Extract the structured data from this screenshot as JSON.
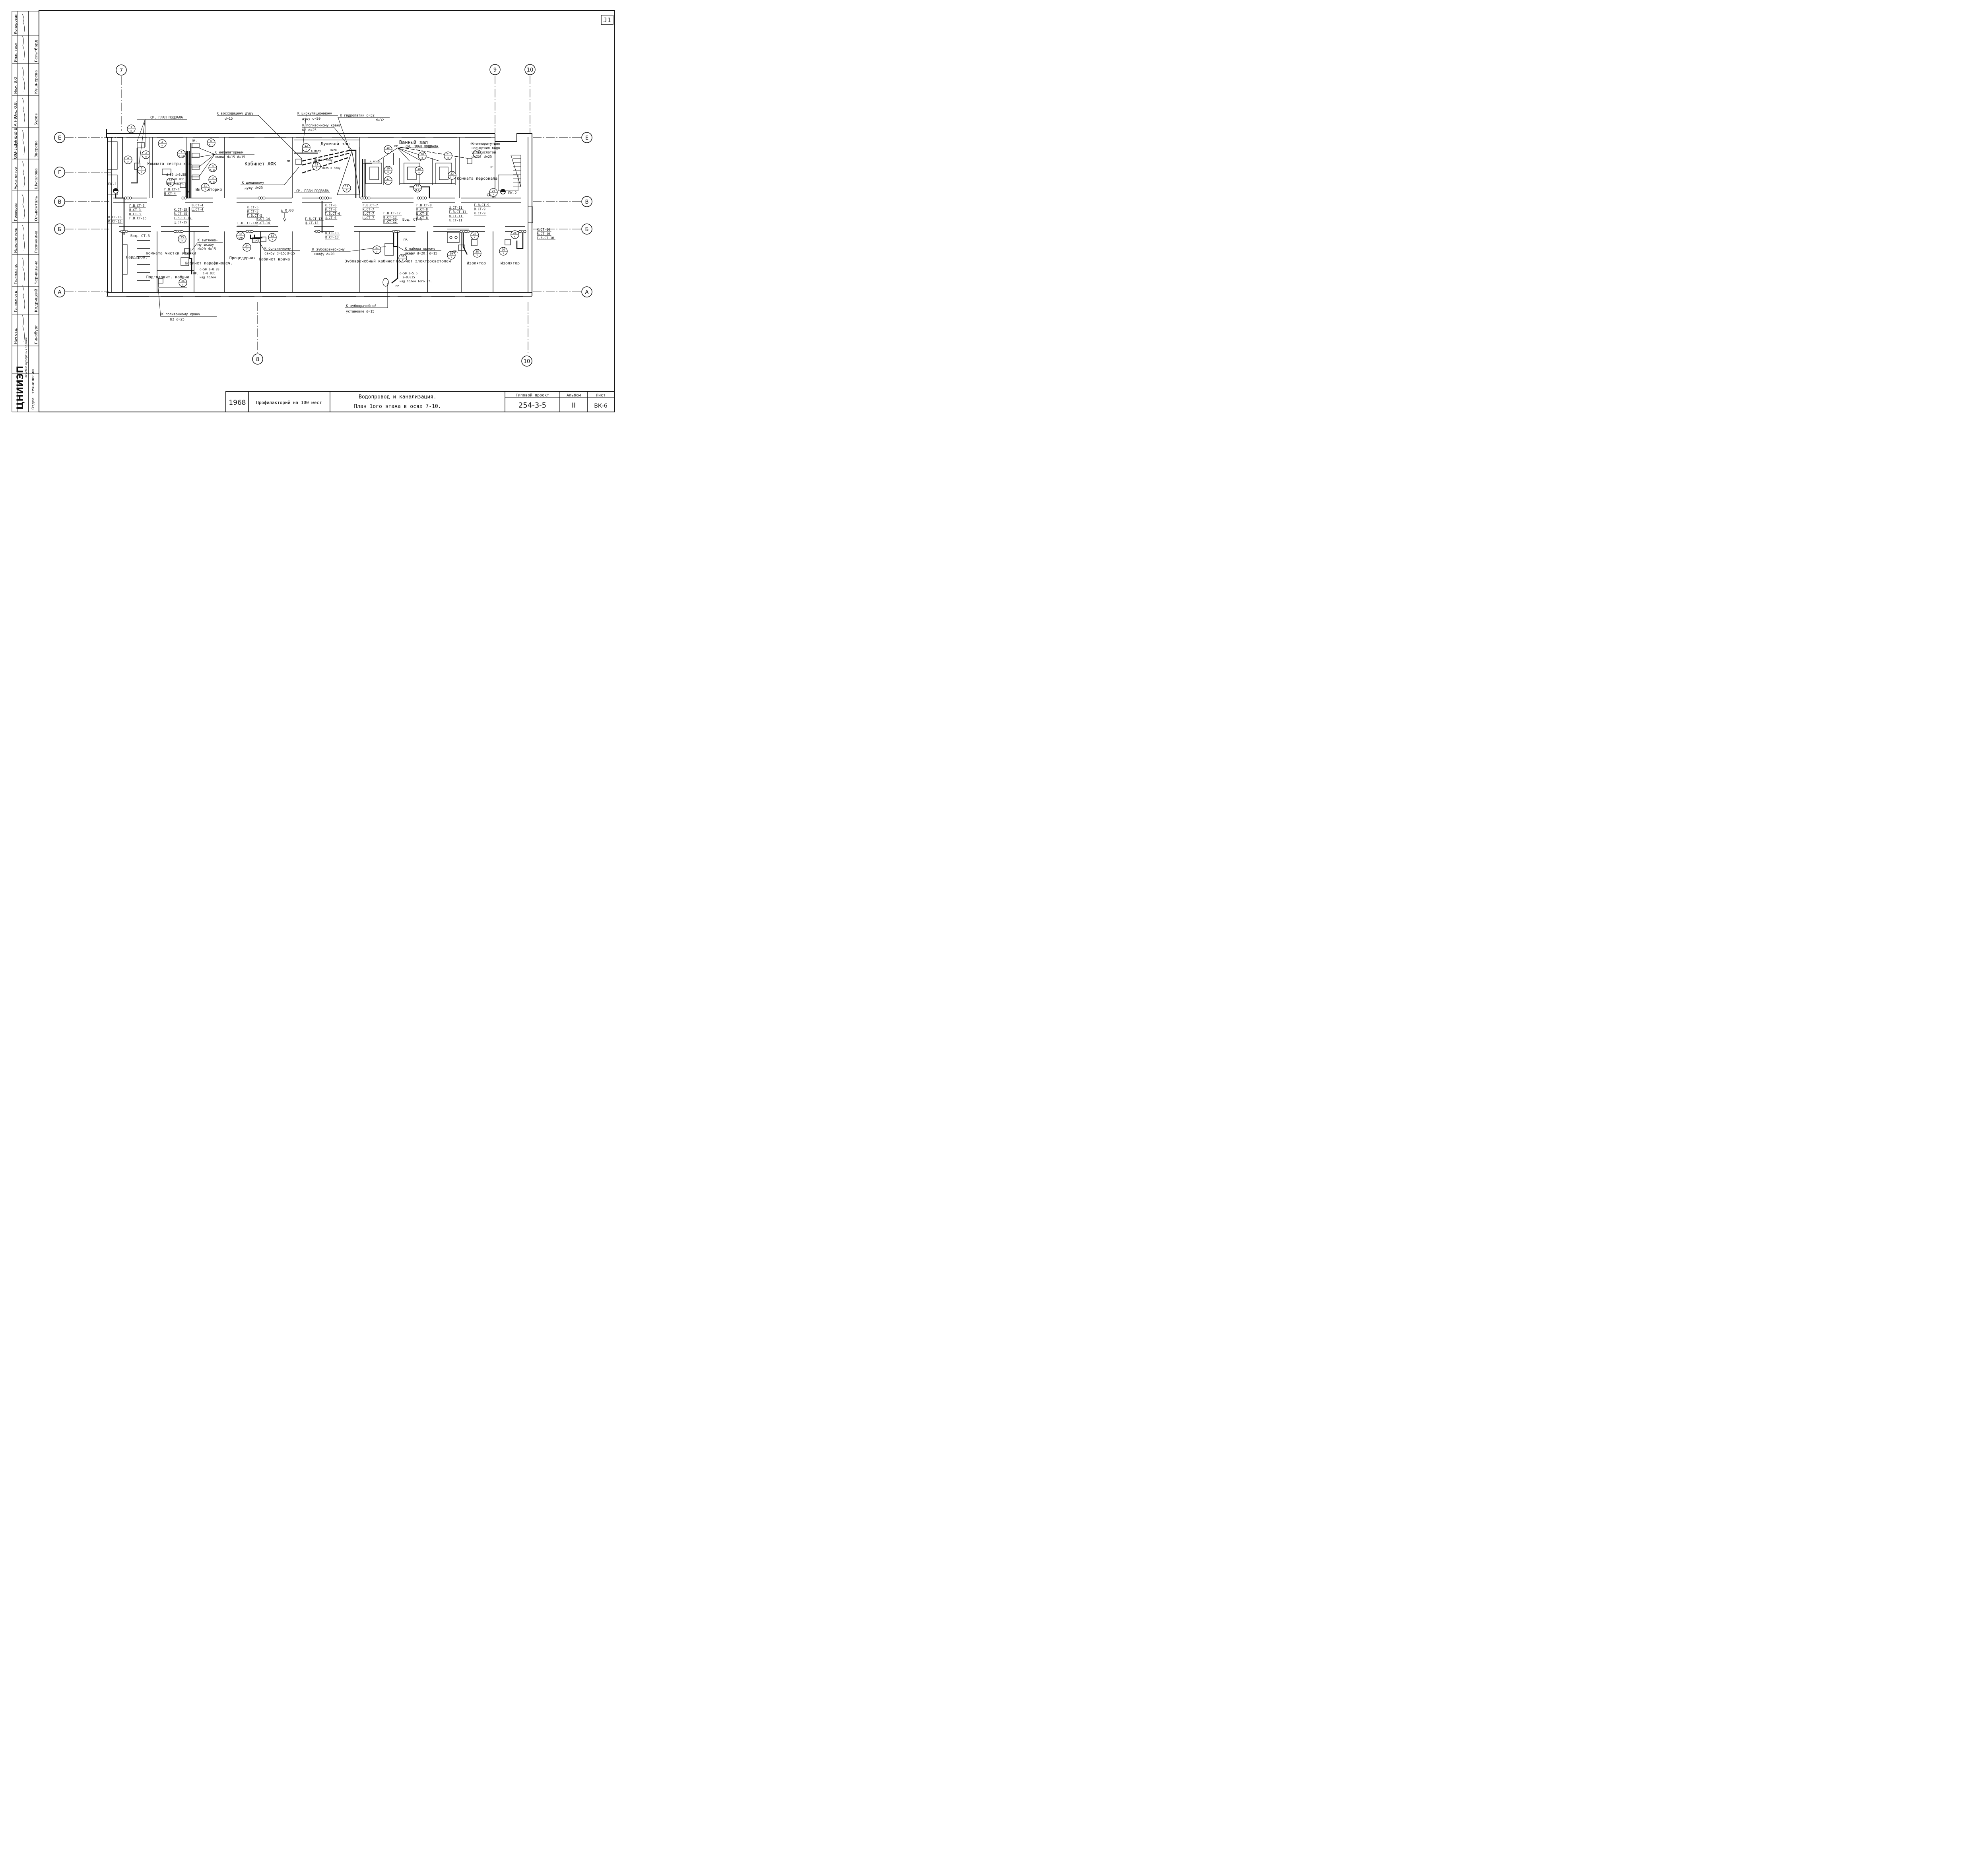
{
  "sheet_id": "J1",
  "axes": {
    "columns": [
      "7",
      "8",
      "9",
      "10"
    ],
    "rows": [
      "Е",
      "Г",
      "В",
      "Б",
      "А"
    ]
  },
  "left_stamp": {
    "header": "С О Г Л А С О В А Н О",
    "roles": [
      "Нач отд.",
      "Гл.инж.отд",
      "Гл.инж.пр.",
      "Исполнитель",
      "Проверил",
      "Архитектор",
      "Конструктор",
      "Инж. О.В.",
      "Инж. Э.О",
      "Инж. техн",
      "Копировал"
    ],
    "names": [
      "Гинзбург",
      "Кодрицкий",
      "Черницына",
      "Разинкина",
      "Ольвенталь",
      "Шусалова",
      "Зверева",
      "Буров",
      "Кушнерева",
      "Гельтбард"
    ],
    "dept_label": "Отдел",
    "dept_name": "технологии",
    "org": "ЦНИИЭП",
    "org_sub": "лечебно-курортных зданий"
  },
  "title_block": {
    "year": "1968",
    "project_name": "Профилакторий на 100 мест",
    "drawing_title_1": "Водопровод и канализация.",
    "drawing_title_2": "План 1ого этажа в осях 7-10.",
    "typical_project_label": "Типовой проект",
    "typical_project_number": "254-3-5",
    "album_label": "Альбом",
    "album_number": "II",
    "sheet_label": "Лист",
    "sheet_number": "ВК-6"
  },
  "rooms": [
    {
      "name": "Комната сестры хоз."
    },
    {
      "name": "Кабинет АФК"
    },
    {
      "name": "Душевой зал"
    },
    {
      "name": "Ванный зал"
    },
    {
      "name": "Комната персонала"
    },
    {
      "name": "Ингаляторий"
    },
    {
      "name": "Гардероб."
    },
    {
      "name": "Комната чистки утюжки"
    },
    {
      "name": "Кабинет парафинолеч."
    },
    {
      "name": "Подготовит. кабина"
    },
    {
      "name": "Процедурная"
    },
    {
      "name": "Кабинет врача"
    },
    {
      "name": "Зубоврачебный кабинет"
    },
    {
      "name": "Кабинет электросветолеч"
    },
    {
      "name": "Изолятор"
    },
    {
      "name": "Изолятор"
    }
  ],
  "fixtures": [
    {
      "num": "1",
      "type": "К"
    },
    {
      "num": "2",
      "type": "К"
    },
    {
      "num": "3",
      "type": "П"
    },
    {
      "num": "4",
      "type": "У"
    },
    {
      "num": "5",
      "type": "У"
    },
    {
      "num": "6",
      "type": "К-П"
    },
    {
      "num": "7",
      "type": "К-11"
    },
    {
      "num": "8",
      "type": "К-11"
    },
    {
      "num": "9",
      "type": "К-11"
    },
    {
      "num": "10",
      "type": "У"
    },
    {
      "num": "11",
      "type": "У"
    },
    {
      "num": "12",
      "type": "Т"
    },
    {
      "num": "13",
      "type": "Т"
    },
    {
      "num": "14",
      "type": "Т"
    },
    {
      "num": "15",
      "type": "Т"
    },
    {
      "num": "16",
      "type": "В"
    },
    {
      "num": "17",
      "type": "В.С"
    },
    {
      "num": "18",
      "type": "В"
    },
    {
      "num": "19",
      "type": "П.С"
    },
    {
      "num": "20",
      "type": "В"
    },
    {
      "num": "21",
      "type": "В"
    },
    {
      "num": "22",
      "type": "В.С"
    },
    {
      "num": "23",
      "type": "Т"
    },
    {
      "num": "24",
      "type": "У"
    },
    {
      "num": "25",
      "type": "К"
    },
    {
      "num": "26",
      "type": "У"
    },
    {
      "num": "27",
      "type": "К"
    },
    {
      "num": "28",
      "type": "У"
    },
    {
      "num": "29",
      "type": "У"
    },
    {
      "num": "30",
      "type": "У"
    },
    {
      "num": "31",
      "type": "У"
    },
    {
      "num": "32",
      "type": "У"
    },
    {
      "num": "33",
      "type": "САН"
    },
    {
      "num": "34",
      "type": "У"
    },
    {
      "num": "35",
      "type": "У"
    },
    {
      "num": "36",
      "type": "У"
    }
  ],
  "pipe_labels": {
    "g3": [
      "Г.В.СТ-3",
      "В.СТ-3",
      "Ц.СТ-3",
      "Г.В.СТ-16"
    ],
    "g16": [
      "В.СТ-16",
      "К.СТ-16"
    ],
    "g4a": [
      "Г.В.СТ-4",
      "Ц.СТ-4"
    ],
    "g4b": [
      "В.СТ-4",
      "Ц.СТ-4"
    ],
    "g15": [
      "К.СТ-15",
      "В.СТ-15",
      "Г.В.СТ-15",
      "Ц.СТ-15"
    ],
    "g5": [
      "К.СТ-5",
      "В.СТ-5",
      "Г.В.СТ-5"
    ],
    "g14a": [
      "Г.В. СТ-14"
    ],
    "g14b": [
      "В.СТ-14",
      "К.СТ-14"
    ],
    "g6": [
      "К.СТ-6",
      "В.СТ-6",
      "Г.В.СТ-6",
      "Ц.СТ-6"
    ],
    "g13": [
      "Г.В.СТ-13",
      "Ц.СТ-13"
    ],
    "g13b": [
      "К.СТ-13",
      "В.СТ-13"
    ],
    "g7": [
      "Г.В.СТ-7",
      "К.СТ-7",
      "В.СТ-7",
      "Ц.СТ-7"
    ],
    "g12": [
      "Г.В.СТ-12",
      "В.СТ-12",
      "К.СТ-12"
    ],
    "g8": [
      "Г.В.СТ-8",
      "К.СТ-8",
      "Ц.СТ-8",
      "В.СТ-8"
    ],
    "g11": [
      "Ц.СТ-11",
      "Г.В.СТ-11",
      "В.СТ-11",
      "К.СТ-11"
    ],
    "g9": [
      "Г.В.СТ-9",
      "В.СТ-9",
      "К.СТ-9"
    ],
    "g10": [
      "К.СТ-10",
      "В.СТ-10",
      "Г.В.СТ-10"
    ],
    "vod3": "Вод. СТ-3",
    "vod4": "Вод. СТ-4",
    "pk1": "ПК-1",
    "pk2": "ПК-2",
    "level": "± 0.00"
  },
  "notes": {
    "see_plan_basement_1": "СМ. ПЛАН ПОДВАЛА",
    "see_plan_basement_2": "СМ. ПЛАН ПОДВАЛА",
    "see_plan_basement_3": "СМ. ПЛАН ПОДВАЛА",
    "ascending_shower": "К восходящему душу",
    "ascending_shower_d": "d=15",
    "circ_shower": "К циркуляционному",
    "circ_shower_2": "душу d=20",
    "hydropathy": "К гидропатии d=32",
    "hydropathy_d": "d=32",
    "hose_tap_2": "К поливочному крану",
    "hose_tap_2_d": "№2 d=25",
    "inhalation": "К ингаляторным",
    "inhalation_2": "чашам d=15 d=15",
    "rain_shower": "К дождевому",
    "rain_shower_d": "душу d=25",
    "in_floor_1": "в полу",
    "in_floor_d": "d=20",
    "d15_floor": "d=15 в полу",
    "d25_floor": "d=25 в полу",
    "in_floor_2": "в полу",
    "exhaust": "К вытяжно-",
    "exhaust_2": "му шкафу",
    "exhaust_d": "d=20 d=15",
    "nurse_d": "d=50 i=5.58",
    "nurse_i": "i=0.035",
    "nurse_floor": "над подом.",
    "paraffin_d": "d=50 i=0.20",
    "paraffin_i": "i=0.035",
    "paraffin_floor": "над полом",
    "hosp_sink": "К больничному",
    "hosp_sink_d": "санбу d=15;d=15",
    "dental_cab": "К зубоврачебному",
    "dental_cab_d": "шкафу d=20",
    "lab": "К лабораторному",
    "lab_d": "шкафу d=20; d=15",
    "dental_d": "d=50 i=5.5",
    "dental_i": "i=0.035",
    "dental_floor": "над полом 1ого эт.",
    "dental_unit": "К зубоврачебной",
    "dental_unit_d": "установке d=15",
    "hose_tap_3": "К поливочному крану",
    "hose_tap_3_d": "№3 d=25",
    "device": "К аппарату для",
    "device_2": "насыщения воды",
    "device_3": "углекислотой",
    "device_d": "d=25; d=25",
    "pr": "ПР."
  }
}
